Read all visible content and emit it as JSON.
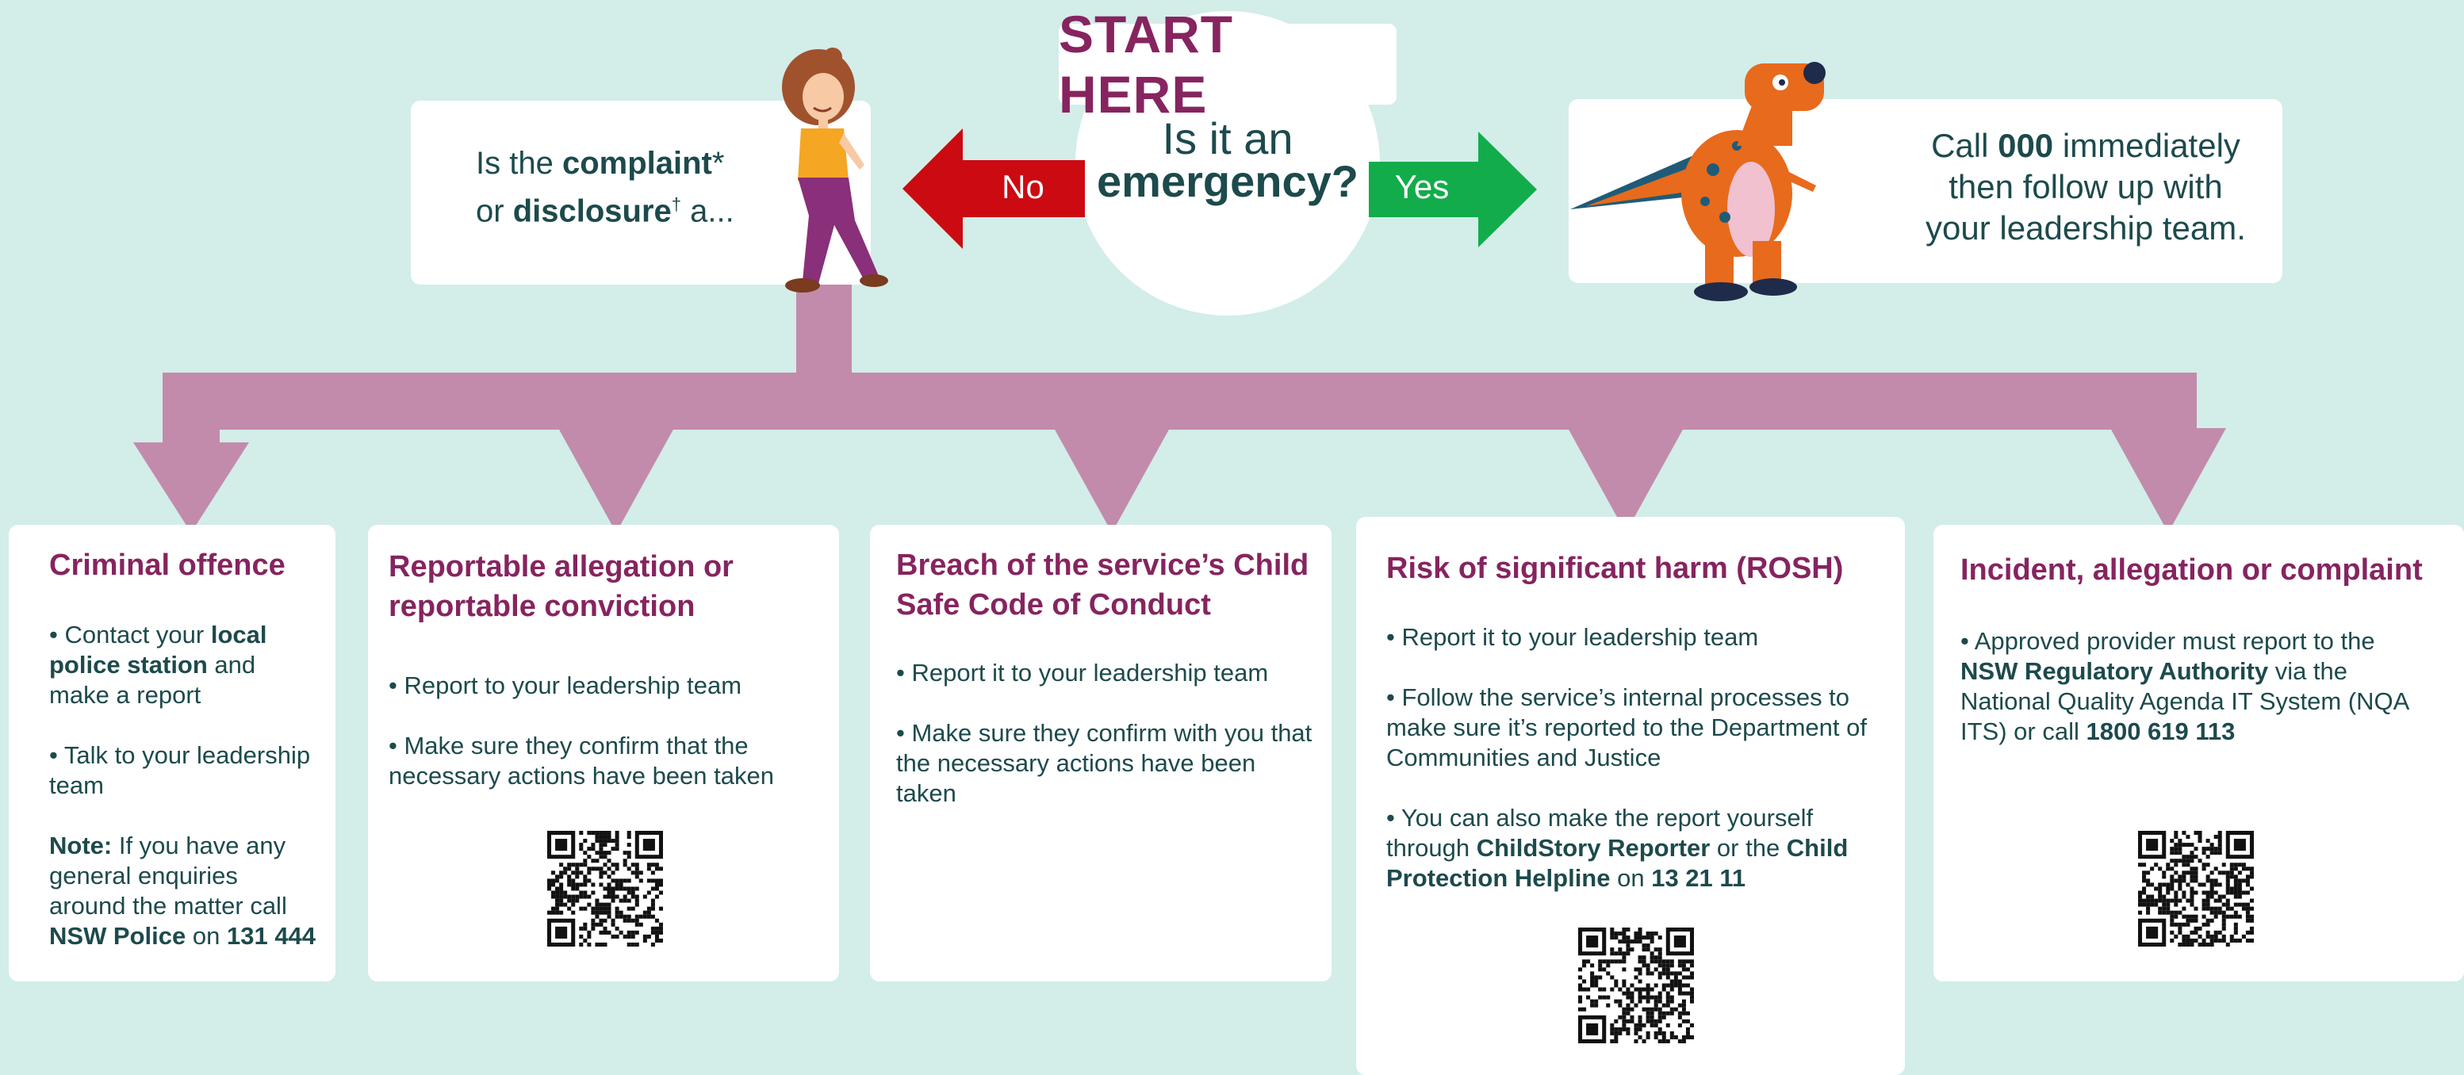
{
  "start": {
    "label": "START HERE",
    "question_line1": "Is it an",
    "question_line2": "emergency?",
    "no_label": "No",
    "yes_label": "Yes"
  },
  "question_box": {
    "prefix": "Is the ",
    "complaint": "complaint",
    "complaint_mark": "*",
    "or": "or ",
    "disclosure": "disclosure",
    "disclosure_mark": "†",
    "suffix": " a..."
  },
  "emergency_box": {
    "call": "Call ",
    "number": "000",
    "rest1": " immediately",
    "line2": "then follow up with",
    "line3": "your leadership team."
  },
  "cards": {
    "criminal": {
      "title": "Criminal offence",
      "b1_pre": "• Contact your ",
      "b1_bold": "local police station",
      "b1_post": " and make a report",
      "b2": "• Talk to your leadership team",
      "note_label": "Note:",
      "note_text": " If you have any general enquiries around the matter call ",
      "note_org": "NSW Police",
      "note_on": " on ",
      "note_num": "131 444"
    },
    "reportable": {
      "title": "Reportable allegation or reportable conviction",
      "b1": "• Report to your leadership team",
      "b2": "• Make sure they confirm that the necessary actions have been taken"
    },
    "breach": {
      "title": "Breach of the service’s Child Safe Code of Conduct",
      "b1": "• Report it to your leadership team",
      "b2": "• Make sure they confirm with you that the necessary actions have been taken"
    },
    "rosh": {
      "title": "Risk of significant harm (ROSH)",
      "b1": "• Report it to your leadership team",
      "b2": "• Follow the service’s internal processes to make sure it’s reported to the Department of Communities and Justice",
      "b3_pre": "• You can also make the report yourself through ",
      "b3_bold1": "ChildStory Reporter",
      "b3_mid": " or the ",
      "b3_bold2": "Child Protection Helpline",
      "b3_on": " on ",
      "b3_num": "13 21 11"
    },
    "incident": {
      "title": "Incident, allegation or complaint",
      "b1_pre": "• Approved provider must report to the ",
      "b1_bold": "NSW Regulatory Authority",
      "b1_mid": " via the National Quality Agenda IT System (NQA ITS) or call ",
      "b1_num": "1800 619 113"
    }
  },
  "colors": {
    "background": "#d3ede9",
    "title_purple": "#86245f",
    "text_teal": "#1d4a4c",
    "connector_mauve": "#c28bab",
    "no_red": "#cc0a12",
    "yes_green": "#12ad4a"
  },
  "icons": [
    "woman-walking-illustration",
    "dinosaur-illustration",
    "qr-code-icon"
  ]
}
